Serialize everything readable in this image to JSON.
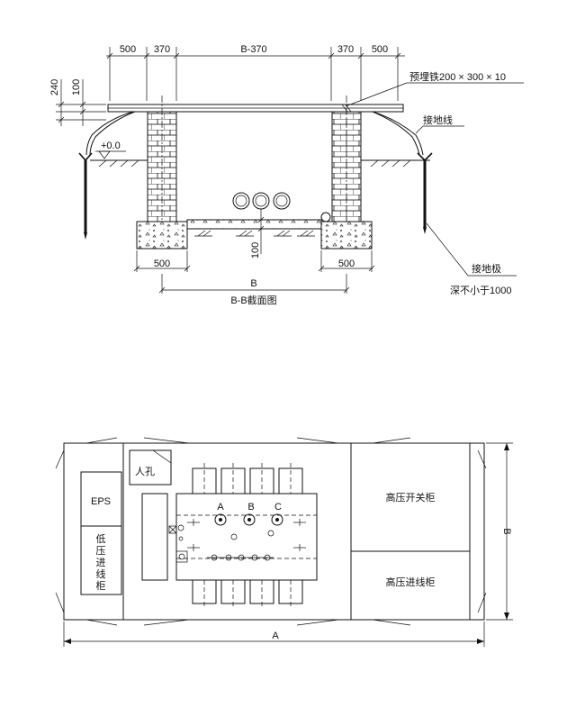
{
  "section": {
    "dims": {
      "top_left_outer": "500",
      "top_left_inner": "370",
      "top_middle": "B-370",
      "top_right_inner": "370",
      "top_right_outer": "500",
      "vertical_240": "240",
      "vertical_100": "100",
      "inner_100": "100",
      "bottom_left": "500",
      "bottom_right": "500",
      "overall": "B"
    },
    "level_mark": "+0.0",
    "label_embedded_iron": "预埋铁200 × 300 × 10",
    "label_ground_wire": "接地线",
    "label_ground_electrode": "接地极",
    "label_depth": "深不小于1000",
    "caption": "B-B截面图"
  },
  "plan": {
    "eps": "EPS",
    "low_voltage_cabinet": [
      "低",
      "压",
      "进",
      "线",
      "柜"
    ],
    "manhole": "人孔",
    "phase_a": "A",
    "phase_b": "B",
    "phase_c": "C",
    "hv_switch_cabinet": "高压开关柜",
    "hv_incoming_cabinet": "高压进线柜",
    "dim_width": "A",
    "dim_depth": "B"
  }
}
